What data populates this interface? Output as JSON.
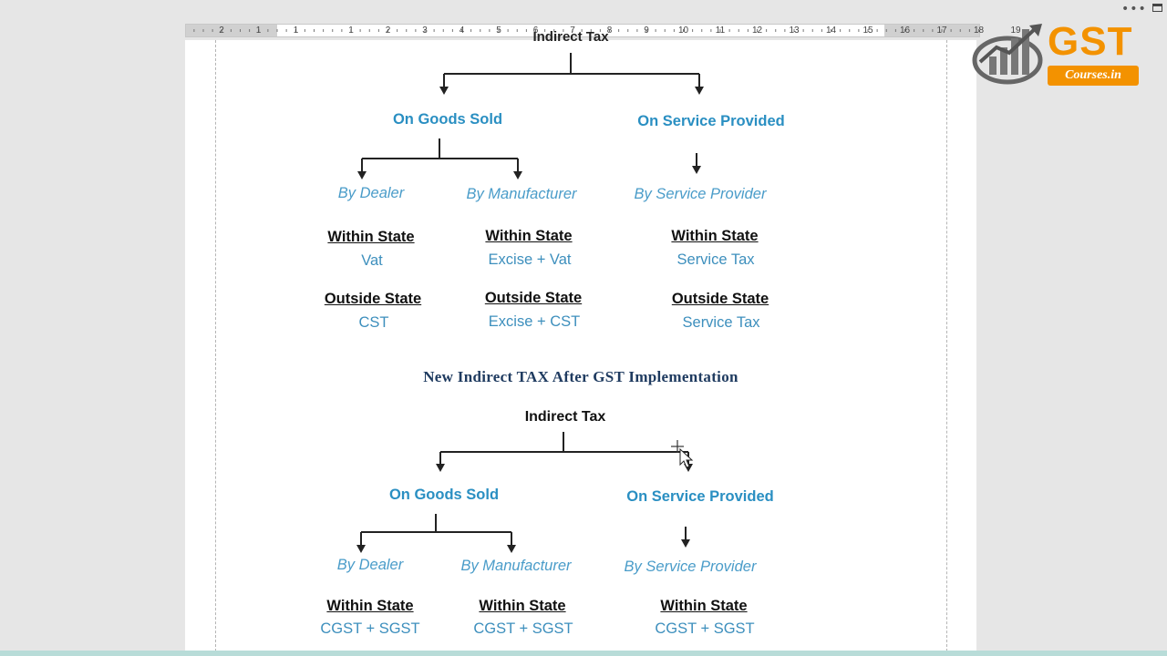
{
  "ruler": {
    "numbers": [
      "2",
      "1",
      "1",
      "1",
      "2",
      "3",
      "4",
      "5",
      "6",
      "7",
      "8",
      "9",
      "10",
      "11",
      "12",
      "13",
      "14",
      "15",
      "16",
      "17",
      "18",
      "19"
    ]
  },
  "document": {
    "cut_title": "Indirect Tax",
    "section1": {
      "goods": "On Goods Sold",
      "service": "On Service Provided",
      "by_dealer": "By Dealer",
      "by_manufacturer": "By Manufacturer",
      "by_service_provider": "By Service Provider",
      "within_state": "Within State",
      "outside_state": "Outside State",
      "dealer_within": "Vat",
      "manufacturer_within": "Excise + Vat",
      "service_within": "Service Tax",
      "dealer_outside": "CST",
      "manufacturer_outside": "Excise + CST",
      "service_outside": "Service Tax"
    },
    "section2": {
      "heading": "New Indirect TAX After GST Implementation",
      "root": "Indirect Tax",
      "goods": "On Goods Sold",
      "service": "On Service Provided",
      "by_dealer": "By Dealer",
      "by_manufacturer": "By Manufacturer",
      "by_service_provider": "By Service Provider",
      "within_state": "Within State",
      "dealer_within": "CGST + SGST",
      "manufacturer_within": "CGST + SGST",
      "service_within": "CGST + SGST"
    }
  },
  "logo": {
    "brand": "GST",
    "sub": "Courses.in"
  },
  "colors": {
    "accent_blue": "#2a8fc2",
    "logo_orange": "#f39200"
  }
}
